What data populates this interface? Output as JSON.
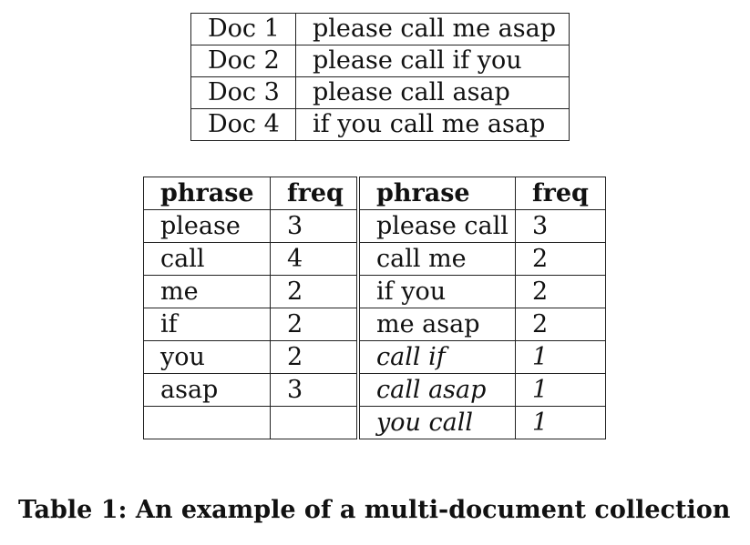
{
  "docs": [
    {
      "id": "Doc 1",
      "text": "please call me asap"
    },
    {
      "id": "Doc 2",
      "text": "please call if you"
    },
    {
      "id": "Doc 3",
      "text": "please call asap"
    },
    {
      "id": "Doc 4",
      "text": "if you call me asap"
    }
  ],
  "freq_table": {
    "headers": [
      "phrase",
      "freq",
      "phrase",
      "freq"
    ],
    "rows": [
      {
        "phrase1": "please",
        "freq1": "3",
        "phrase2": "please call",
        "freq2": "3"
      },
      {
        "phrase1": "call",
        "freq1": "4",
        "phrase2": "call me",
        "freq2": "2"
      },
      {
        "phrase1": "me",
        "freq1": "2",
        "phrase2": "if you",
        "freq2": "2"
      },
      {
        "phrase1": "if",
        "freq1": "2",
        "phrase2": "me asap",
        "freq2": "2"
      },
      {
        "phrase1": "you",
        "freq1": "2",
        "phrase2": "call if",
        "freq2": "1"
      },
      {
        "phrase1": "asap",
        "freq1": "3",
        "phrase2": "call asap",
        "freq2": "1"
      },
      {
        "phrase1": "",
        "freq1": "",
        "phrase2": "you call",
        "freq2": "1"
      }
    ]
  },
  "caption": "Table 1:  An example of a multi-document collection"
}
